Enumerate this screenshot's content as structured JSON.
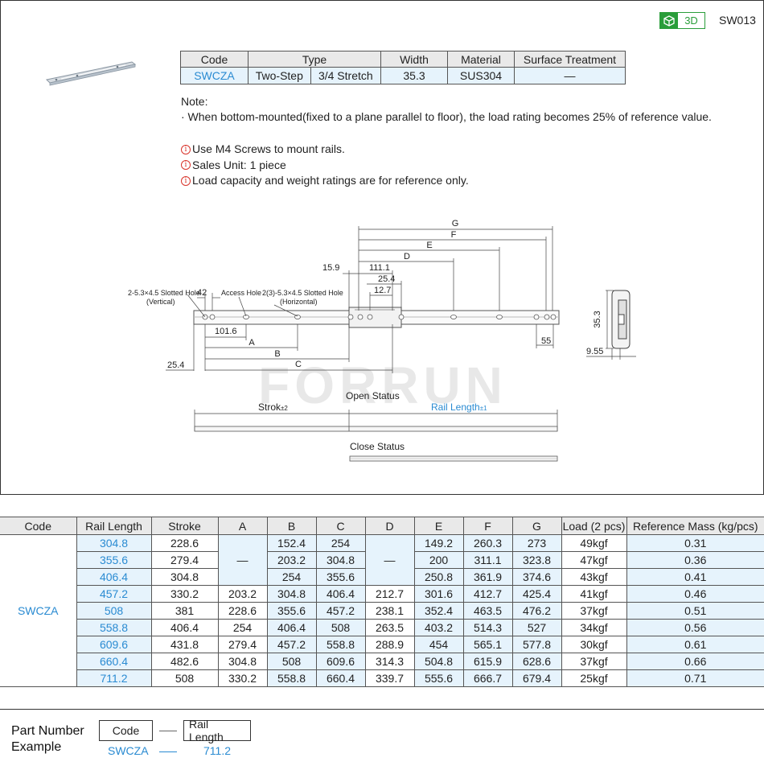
{
  "badge": {
    "label": "3D",
    "sku": "SW013"
  },
  "spec_table": {
    "headers": [
      "Code",
      "Type",
      "Width",
      "Material",
      "Surface Treatment"
    ],
    "row": {
      "code": "SWCZA",
      "type1": "Two-Step",
      "type2": "3/4 Stretch",
      "width": "35.3",
      "material": "SUS304",
      "surface": "—"
    }
  },
  "notes": {
    "title": "Note:",
    "line": "· When bottom-mounted(fixed to a plane parallel to floor), the load rating becomes 25% of reference value."
  },
  "info": {
    "icon": "i",
    "items": [
      "Use M4  Screws to mount rails.",
      "Sales Unit: 1 piece",
      "Load capacity and weight ratings are for reference only."
    ]
  },
  "drawing": {
    "labels": {
      "slotted_vertical": "2-5.3×4.5 Slotted Hole",
      "vertical": "(Vertical)",
      "access": "Access Hole",
      "slotted_horizontal": "2(3)-5.3×4.5 Slotted Hole",
      "horizontal": "(Horizontal)",
      "d42": "42",
      "d159": "15.9",
      "d1111": "111.1",
      "d254": "25.4",
      "d127": "12.7",
      "d1016": "101.6",
      "d254b": "25.4",
      "d55": "55",
      "d353": "35.3",
      "d955": "9.55",
      "A": "A",
      "B": "B",
      "C": "C",
      "D": "D",
      "E": "E",
      "F": "F",
      "G": "G",
      "open": "Open Status",
      "close": "Close Status",
      "stroke": "Strok",
      "stroke_tol": "±2",
      "rail": "Rail Length",
      "rail_tol": "±1",
      "watermark": "FORRUN"
    }
  },
  "data_table": {
    "headers": [
      "Code",
      "Rail Length",
      "Stroke",
      "A",
      "B",
      "C",
      "D",
      "E",
      "F",
      "G",
      "Load (2 pcs)",
      "Reference Mass (kg/pcs)"
    ],
    "code": "SWCZA",
    "dash": "—",
    "rows": [
      {
        "rail": "304.8",
        "stroke": "228.6",
        "B": "152.4",
        "C": "254",
        "E": "149.2",
        "F": "260.3",
        "G": "273",
        "load": "49kgf",
        "mass": "0.31"
      },
      {
        "rail": "355.6",
        "stroke": "279.4",
        "B": "203.2",
        "C": "304.8",
        "E": "200",
        "F": "311.1",
        "G": "323.8",
        "load": "47kgf",
        "mass": "0.36"
      },
      {
        "rail": "406.4",
        "stroke": "304.8",
        "B": "254",
        "C": "355.6",
        "E": "250.8",
        "F": "361.9",
        "G": "374.6",
        "load": "43kgf",
        "mass": "0.41"
      },
      {
        "rail": "457.2",
        "stroke": "330.2",
        "A": "203.2",
        "B": "304.8",
        "C": "406.4",
        "D": "212.7",
        "E": "301.6",
        "F": "412.7",
        "G": "425.4",
        "load": "41kgf",
        "mass": "0.46"
      },
      {
        "rail": "508",
        "stroke": "381",
        "A": "228.6",
        "B": "355.6",
        "C": "457.2",
        "D": "238.1",
        "E": "352.4",
        "F": "463.5",
        "G": "476.2",
        "load": "37kgf",
        "mass": "0.51"
      },
      {
        "rail": "558.8",
        "stroke": "406.4",
        "A": "254",
        "B": "406.4",
        "C": "508",
        "D": "263.5",
        "E": "403.2",
        "F": "514.3",
        "G": "527",
        "load": "34kgf",
        "mass": "0.56"
      },
      {
        "rail": "609.6",
        "stroke": "431.8",
        "A": "279.4",
        "B": "457.2",
        "C": "558.8",
        "D": "288.9",
        "E": "454",
        "F": "565.1",
        "G": "577.8",
        "load": "30kgf",
        "mass": "0.61"
      },
      {
        "rail": "660.4",
        "stroke": "482.6",
        "A": "304.8",
        "B": "508",
        "C": "609.6",
        "D": "314.3",
        "E": "504.8",
        "F": "615.9",
        "G": "628.6",
        "load": "37kgf",
        "mass": "0.66"
      },
      {
        "rail": "711.2",
        "stroke": "508",
        "A": "330.2",
        "B": "558.8",
        "C": "660.4",
        "D": "339.7",
        "E": "555.6",
        "F": "666.7",
        "G": "679.4",
        "load": "25kgf",
        "mass": "0.71"
      }
    ]
  },
  "part_number": {
    "title_line1": "Part Number",
    "title_line2": "Example",
    "box1": "Code",
    "box2": "Rail Length",
    "val1": "SWCZA",
    "val2": "711.2"
  }
}
